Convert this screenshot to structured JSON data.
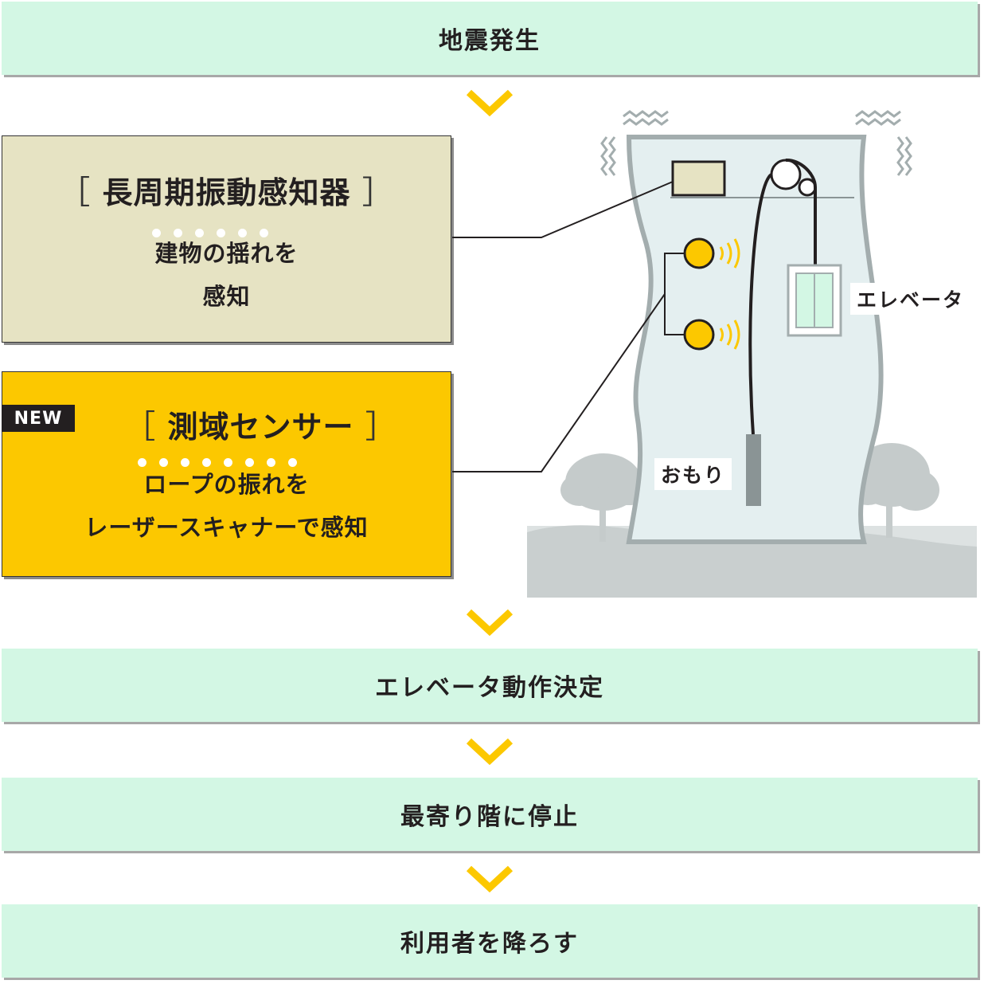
{
  "flow": {
    "step1": "地震発生",
    "step2": "エレベータ動作決定",
    "step3": "最寄り階に停止",
    "step4": "利用者を降ろす"
  },
  "detector": {
    "bracket_open": "［",
    "title": "長周期振動感知器",
    "bracket_close": "］",
    "line1": "建物の揺れを",
    "line2": "感知"
  },
  "sensor": {
    "badge": "NEW",
    "bracket_open": "［",
    "title": "測域センサー",
    "bracket_close": "］",
    "line1": "ロープの振れを",
    "line2": "レーザースキャナーで感知"
  },
  "illustration": {
    "elevator_label": "エレベータ",
    "weight_label": "おもり"
  },
  "colors": {
    "step_bg": "#d3f7e4",
    "detector_bg": "#e6e3c3",
    "sensor_bg": "#fcc800",
    "accent": "#fcc800"
  }
}
